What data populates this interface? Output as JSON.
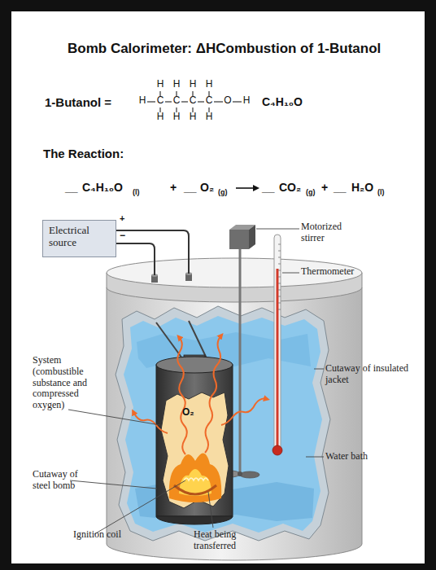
{
  "diagram": {
    "title": "Bomb Calorimeter: ΔHCombustion of 1-Butanol",
    "nodes": [
      {
        "text": [
          "Electrical source"
        ]
      }
    ],
    "labels": [
      "1-Butanol =",
      "H",
      "H",
      "H",
      "H",
      "H",
      "C",
      "C",
      "C",
      "C",
      "O",
      "H",
      "H",
      "H",
      "H",
      "H",
      "C₄H₁₀O",
      "The Reaction:",
      "__",
      "C₄H₁₀O",
      "(l)",
      "+",
      "__",
      "O₂",
      "(g)",
      "__",
      "CO₂",
      "(g)",
      "+",
      "__",
      "H₂O",
      "(l)",
      "+",
      "−",
      "Motorized stirrer",
      "Thermometer",
      "System (combustible substance and compressed oxygen)",
      "Cutaway of insulated jacket",
      "O₂",
      "Water bath",
      "Cutaway of steel bomb",
      "Ignition coil",
      "Heat being transferred"
    ]
  }
}
